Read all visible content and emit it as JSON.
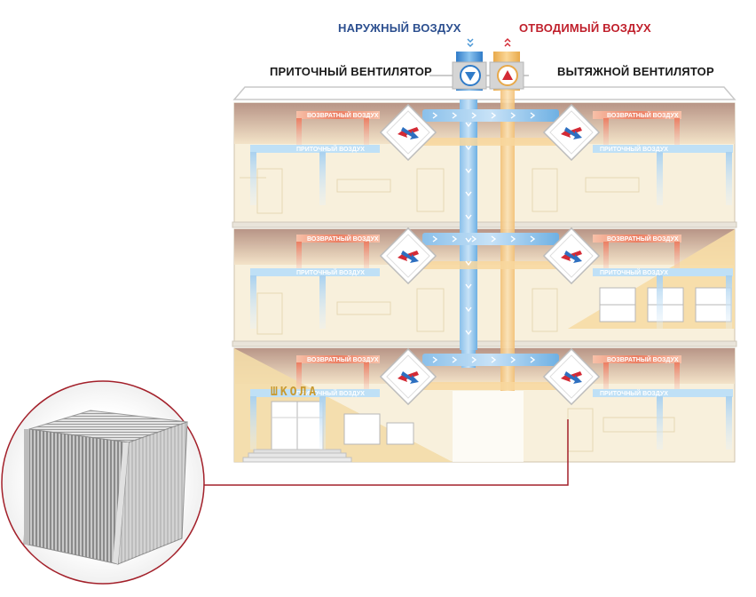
{
  "labels": {
    "outdoor_air": "НАРУЖНЫЙ ВОЗДУХ",
    "exhaust_air": "ОТВОДИМЫЙ ВОЗДУХ",
    "supply_fan": "ПРИТОЧНЫЙ ВЕНТИЛЯТОР",
    "exhaust_fan": "ВЫТЯЖНОЙ ВЕНТИЛЯТОР",
    "return_air": "ВОЗВРАТНЫЙ ВОЗДУХ",
    "supply_air": "ПРИТОЧНЫЙ ВОЗДУХ",
    "school_sign": "ШКОЛА"
  },
  "colors": {
    "supply_duct": "#a9d1ef",
    "supply_duct_dark": "#4a97d6",
    "return_duct": "#f0a48c",
    "exhaust_duct": "#f6cf96",
    "wall": "#f7eed8",
    "ceiling": "#c8a899",
    "outdoor_title": "#2c4f8f",
    "exhaust_title": "#c0202c",
    "callout_line": "#a3202a"
  },
  "icons": {
    "supply_fan": "down-arrow-fan-icon",
    "exhaust_fan": "up-arrow-fan-icon",
    "heat_exchanger": "heat-exchanger-icon"
  }
}
